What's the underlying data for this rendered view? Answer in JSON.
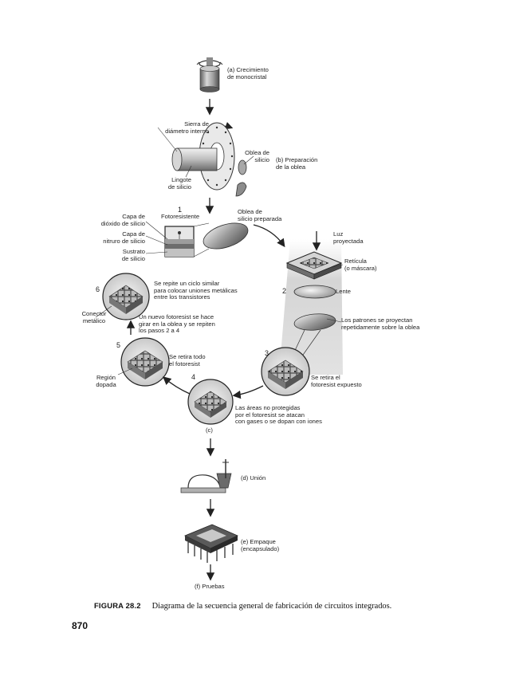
{
  "labels": {
    "a": [
      "(a) Crecimiento",
      "de monocristal"
    ],
    "saw": [
      "Sierra de",
      "diámetro interno"
    ],
    "wafer_label": [
      "Oblea de",
      "silicio"
    ],
    "b": [
      "(b) Preparación",
      "de la oblea"
    ],
    "ingot": [
      "Lingote",
      "de silicio"
    ],
    "step1_num": "1",
    "photoresist": "Fotoresistente",
    "prepared_wafer": [
      "Oblea de",
      "silicio preparada"
    ],
    "oxide": [
      "Capa de",
      "dióxido de silicio"
    ],
    "nitride": [
      "Capa de",
      "nitruro de silicio"
    ],
    "substrate": [
      "Sustrato",
      "de silicio"
    ],
    "light": [
      "Luz",
      "proyectada"
    ],
    "reticle": [
      "Retícula",
      "(o máscara)"
    ],
    "step6_num": "6",
    "step6_text": [
      "Se repite un ciclo similar",
      "para colocar uniones metálicas",
      "entre los transistores"
    ],
    "step2_num": "2",
    "lens": "Lente",
    "connector": [
      "Conector",
      "metálico"
    ],
    "new_photoresist": [
      "Un nuevo fotoresist se hace",
      "girar en la oblea y se repiten",
      "los pasos 2 a 4"
    ],
    "patterns": [
      "Los patrones se proyectan",
      "repetidamente sobre la oblea"
    ],
    "step5_num": "5",
    "remove_all": [
      "Se retira todo",
      "el fotoresist"
    ],
    "step3_num": "3",
    "remove_exposed": [
      "Se retira el",
      "fotoresist expuesto"
    ],
    "doped": [
      "Región",
      "dopada"
    ],
    "step4_num": "4",
    "etch": [
      "Las áreas no protegidas",
      "por el fotoresist se atacan",
      "con gases o se dopan con iones"
    ],
    "c": "(c)",
    "d": "(d) Unión",
    "e": [
      "(e) Empaque",
      "(encapsulado)"
    ],
    "f": "(f) Pruebas"
  },
  "caption": {
    "figure": "FIGURA 28.2",
    "text": "Diagrama de la secuencia general de fabricación de circuitos integrados."
  },
  "page_number": "870"
}
